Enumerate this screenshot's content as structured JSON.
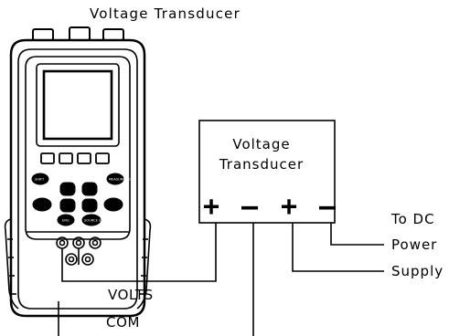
{
  "title": "Voltage Transducer",
  "transducer_box": {
    "title_line1": "Voltage",
    "title_line2": "Transducer",
    "terminals": [
      "+",
      "—",
      "+",
      "—"
    ]
  },
  "labels": {
    "to_dc": "To DC",
    "power": "Power",
    "supply": "Supply",
    "volts": "VOLTS",
    "com": "COM"
  },
  "calibrator": {
    "button_labels": [
      "SHIFT",
      "MEASURE MODE",
      "ENG",
      "SOURCE STEP"
    ]
  }
}
